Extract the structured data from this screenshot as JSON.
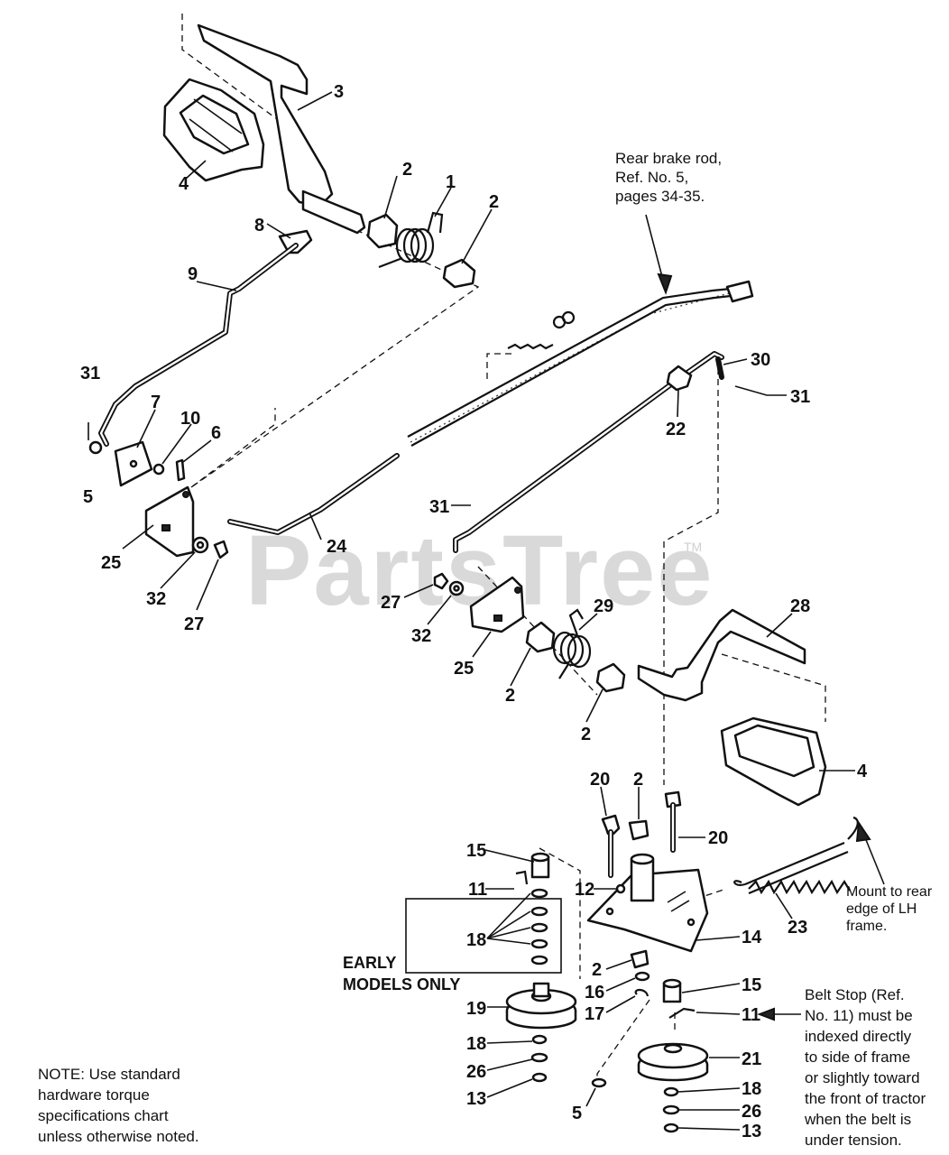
{
  "watermark": {
    "brand": "PartsTree",
    "trademark": "TM"
  },
  "callouts": {
    "rear_brake_rod": [
      "Rear brake rod,",
      "Ref. No. 5,",
      "pages 34-35."
    ],
    "mount_note": [
      "Mount to rear",
      "edge of LH",
      "frame."
    ],
    "belt_stop": [
      "Belt Stop (Ref.",
      "No. 11) must be",
      "indexed directly",
      "to side of frame",
      "or slightly toward",
      "the front of tractor",
      "when the belt is",
      "under tension."
    ],
    "early_models": [
      "EARLY",
      "MODELS ONLY"
    ],
    "torque_note": [
      "NOTE:  Use standard",
      "hardware torque",
      "specifications chart",
      "unless otherwise noted."
    ]
  },
  "part_numbers": {
    "p3": "3",
    "p4a": "4",
    "p2a": "2",
    "p1": "1",
    "p2b": "2",
    "p8": "8",
    "p9": "9",
    "p31a": "31",
    "p7": "7",
    "p10": "10",
    "p6": "6",
    "p5a": "5",
    "p25a": "25",
    "p24": "24",
    "p32a": "32",
    "p27a": "27",
    "p30": "30",
    "p31b": "31",
    "p22": "22",
    "p31c": "31",
    "p27b": "27",
    "p32b": "32",
    "p25b": "25",
    "p2c": "2",
    "p29": "29",
    "p2d": "2",
    "p28": "28",
    "p4b": "4",
    "p20a": "20",
    "p2e": "2",
    "p20b": "20",
    "p15a": "15",
    "p11a": "11",
    "p12": "12",
    "p14": "14",
    "p23": "23",
    "p18a": "18",
    "p2f": "2",
    "p16": "16",
    "p17": "17",
    "p15b": "15",
    "p11b": "11",
    "p19": "19",
    "p18b": "18",
    "p26a": "26",
    "p13a": "13",
    "p5b": "5",
    "p21": "21",
    "p18c": "18",
    "p26b": "26",
    "p13b": "13"
  }
}
